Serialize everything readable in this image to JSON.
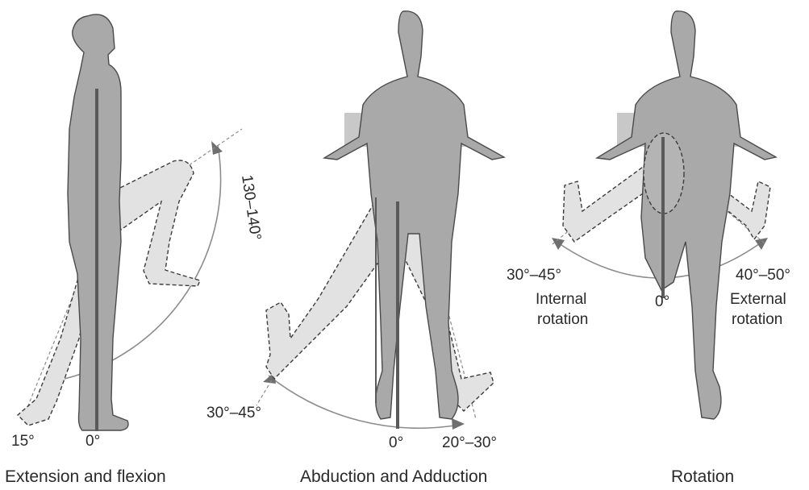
{
  "panels": [
    {
      "caption": "Extension and flexion",
      "angles": {
        "flexion": "130–140°",
        "extension": "15°",
        "neutral": "0°"
      }
    },
    {
      "caption": "Abduction and Adduction",
      "angles": {
        "abduction": "30°–45°",
        "neutral": "0°",
        "adduction": "20°–30°"
      }
    },
    {
      "caption": "Rotation",
      "angles": {
        "internal": "30°–45°",
        "external": "40°–50°",
        "neutral": "0°"
      },
      "labels": {
        "internal_line1": "Internal",
        "internal_line2": "rotation",
        "external_line1": "External",
        "external_line2": "rotation"
      }
    }
  ],
  "colors": {
    "body": "#a9a9a9",
    "ghost_limb": "#e2e2e2",
    "axis": "#5a5a5a",
    "arc": "#8c8c8c"
  }
}
